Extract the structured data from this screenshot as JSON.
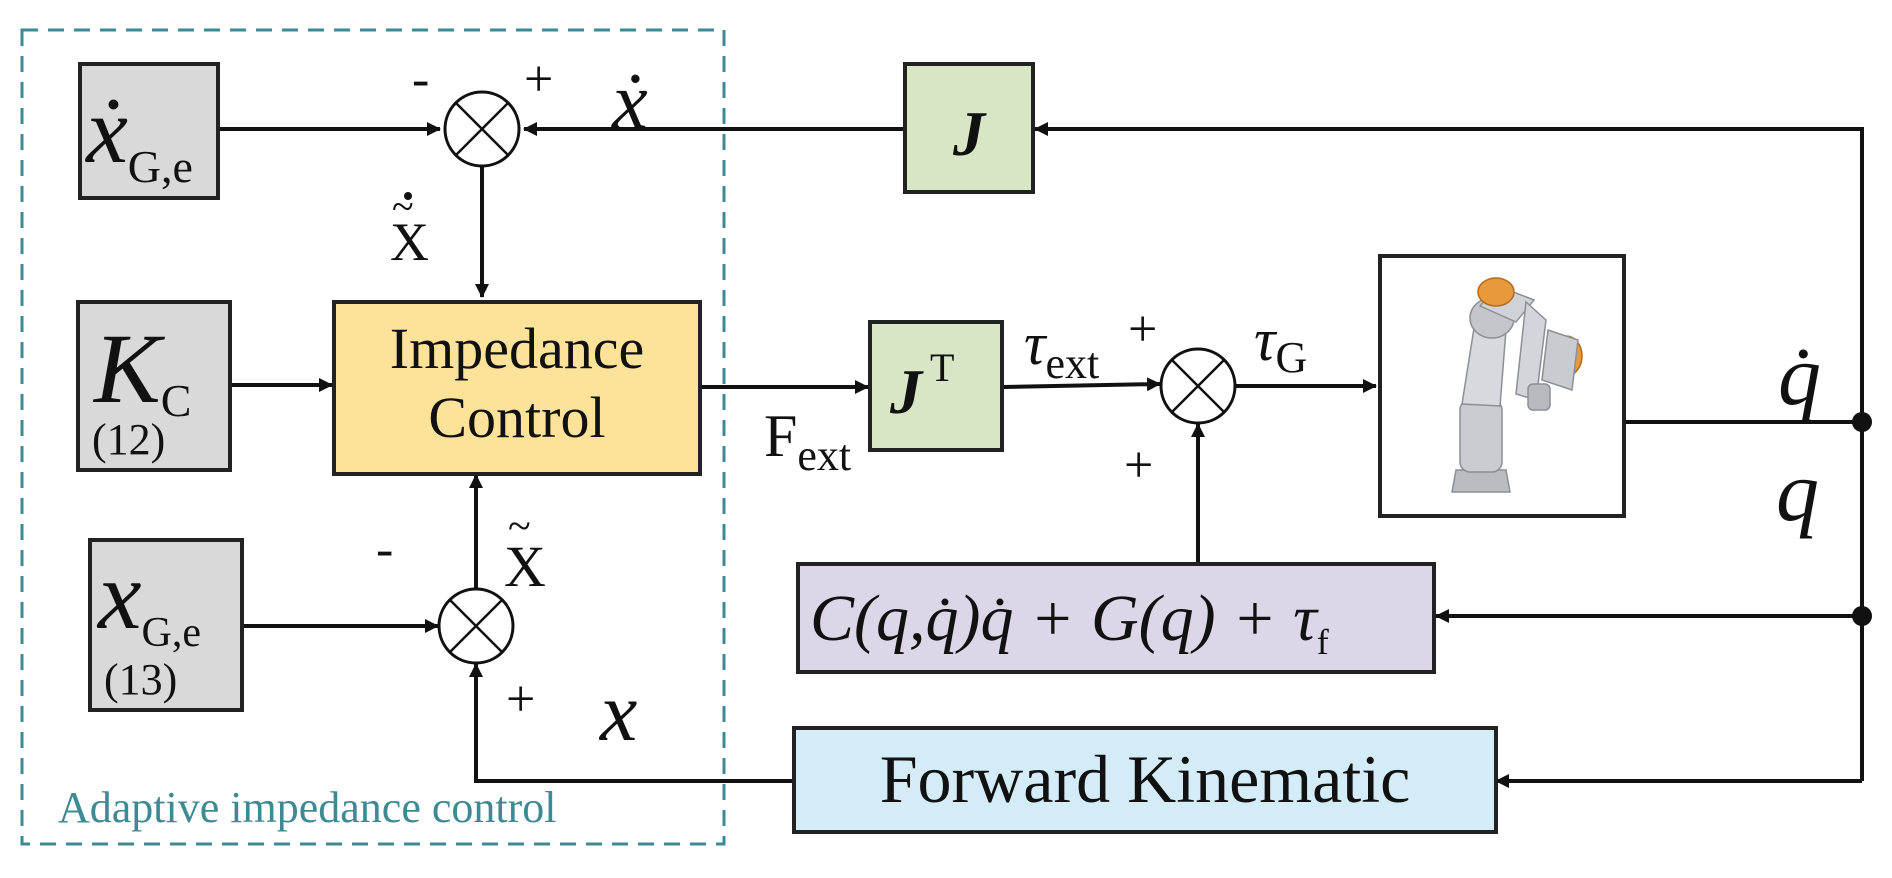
{
  "colors": {
    "gray_block": "#d9d9d9",
    "green_block": "#d8e6c5",
    "yellow_block": "#fde39a",
    "purple_block": "#dcd6e8",
    "blue_block": "#d3ecf8",
    "dashed_border": "#3d8a94",
    "region_label": "#3d8a94"
  },
  "region": {
    "label": "Adaptive impedance control"
  },
  "blocks": {
    "xdot_ge": {
      "main": "ẋ",
      "sub": "G,e"
    },
    "kc": {
      "main": "K",
      "sub": "C",
      "eq": "(12)"
    },
    "x_ge": {
      "main": "x",
      "sub": "G,e",
      "eq": "(13)"
    },
    "impedance": {
      "line1": "Impedance",
      "line2": "Control"
    },
    "jacobian": {
      "label": "J"
    },
    "jacobian_t": {
      "main": "J",
      "sup": "T"
    },
    "dynamics": {
      "label": "C(q,q̇)q̇ + G(q) + τ",
      "sub": "f"
    },
    "forward_kinematic": {
      "label": "Forward Kinematic"
    },
    "robot": {
      "icon": "robot-arm-icon"
    }
  },
  "signals": {
    "xdot": "ẋ",
    "x": "x",
    "xdot_tilde": "X",
    "x_tilde": "X",
    "f_ext": {
      "main": "F",
      "sub": "ext"
    },
    "tau_ext": {
      "main": "τ",
      "sub": "ext"
    },
    "tau_g": {
      "main": "τ",
      "sub": "G"
    },
    "qdot": "q̇",
    "q": "q"
  },
  "signs": {
    "top_minus": "-",
    "top_plus": "+",
    "mid_plus_top": "+",
    "mid_plus_bottom": "+",
    "bottom_minus": "-",
    "bottom_plus": "+"
  }
}
